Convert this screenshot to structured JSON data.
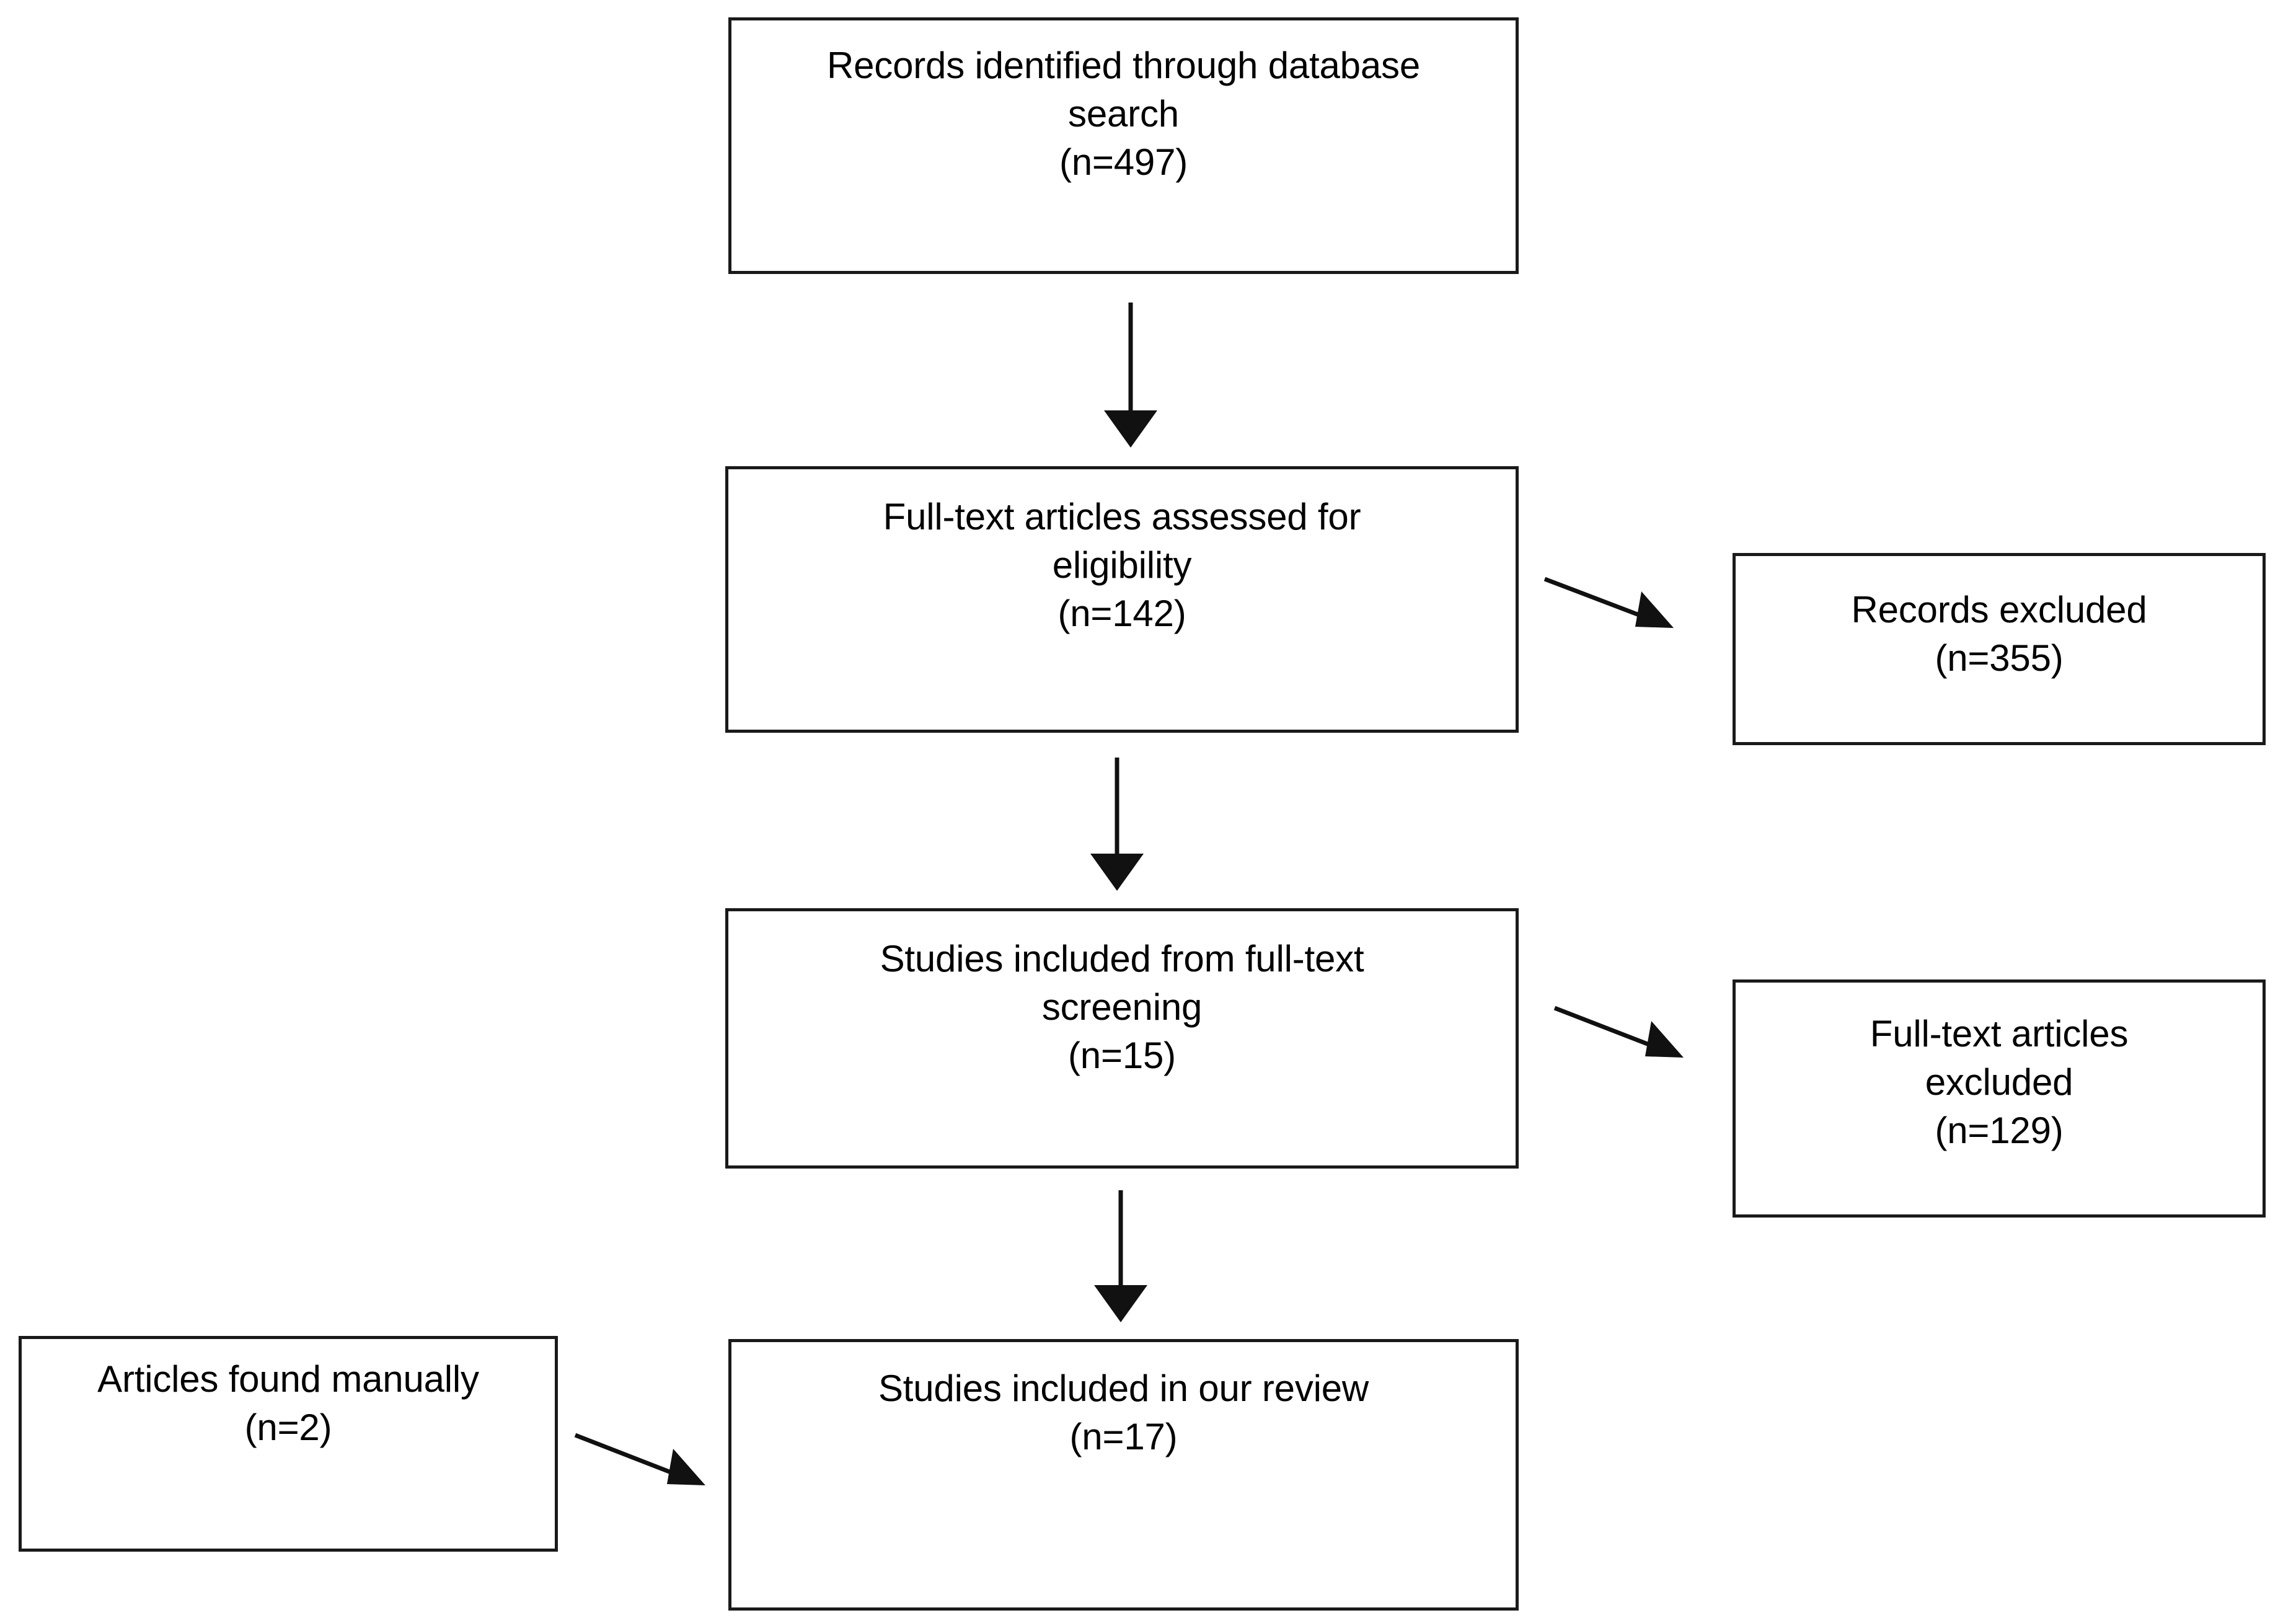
{
  "diagram": {
    "title": "PRISMA study selection flow diagram",
    "type": "flowchart",
    "background_color": "#ffffff",
    "box_border_color": "#1a1a1a",
    "text_color": "#000000",
    "arrow_color": "#111111"
  },
  "nodes": {
    "records_identified": {
      "line1": "Records identified through database",
      "line2": "search",
      "line3": "(n=497)",
      "count": 497
    },
    "fulltext_assessed": {
      "line1": "Full-text articles assessed for",
      "line2": "eligibility",
      "line3": "(n=142)",
      "count": 142
    },
    "records_excluded": {
      "line1": "Records excluded",
      "line2": "(n=355)",
      "count": 355
    },
    "studies_from_fulltext": {
      "line1": "Studies included from full-text",
      "line2": "screening",
      "line3": "(n=15)",
      "count": 15
    },
    "fulltext_excluded": {
      "line1": "Full-text articles",
      "line2": "excluded",
      "line3": "(n=129)",
      "count": 129
    },
    "manual_articles": {
      "line1": "Articles found manually",
      "line2": "(n=2)",
      "count": 2
    },
    "studies_in_review": {
      "line1": "Studies included in our review",
      "line2": "(n=17)",
      "count": 17
    }
  },
  "connectors": [
    {
      "name": "records-identified-to-fulltext-assessed",
      "style": "vertical-arrow"
    },
    {
      "name": "fulltext-assessed-to-records-excluded",
      "style": "diagonal-arrow"
    },
    {
      "name": "fulltext-assessed-to-studies-fulltext",
      "style": "vertical-arrow"
    },
    {
      "name": "studies-fulltext-to-fulltext-excluded",
      "style": "diagonal-arrow"
    },
    {
      "name": "studies-fulltext-to-studies-review",
      "style": "vertical-arrow"
    },
    {
      "name": "manual-articles-to-studies-review",
      "style": "diagonal-arrow"
    }
  ]
}
